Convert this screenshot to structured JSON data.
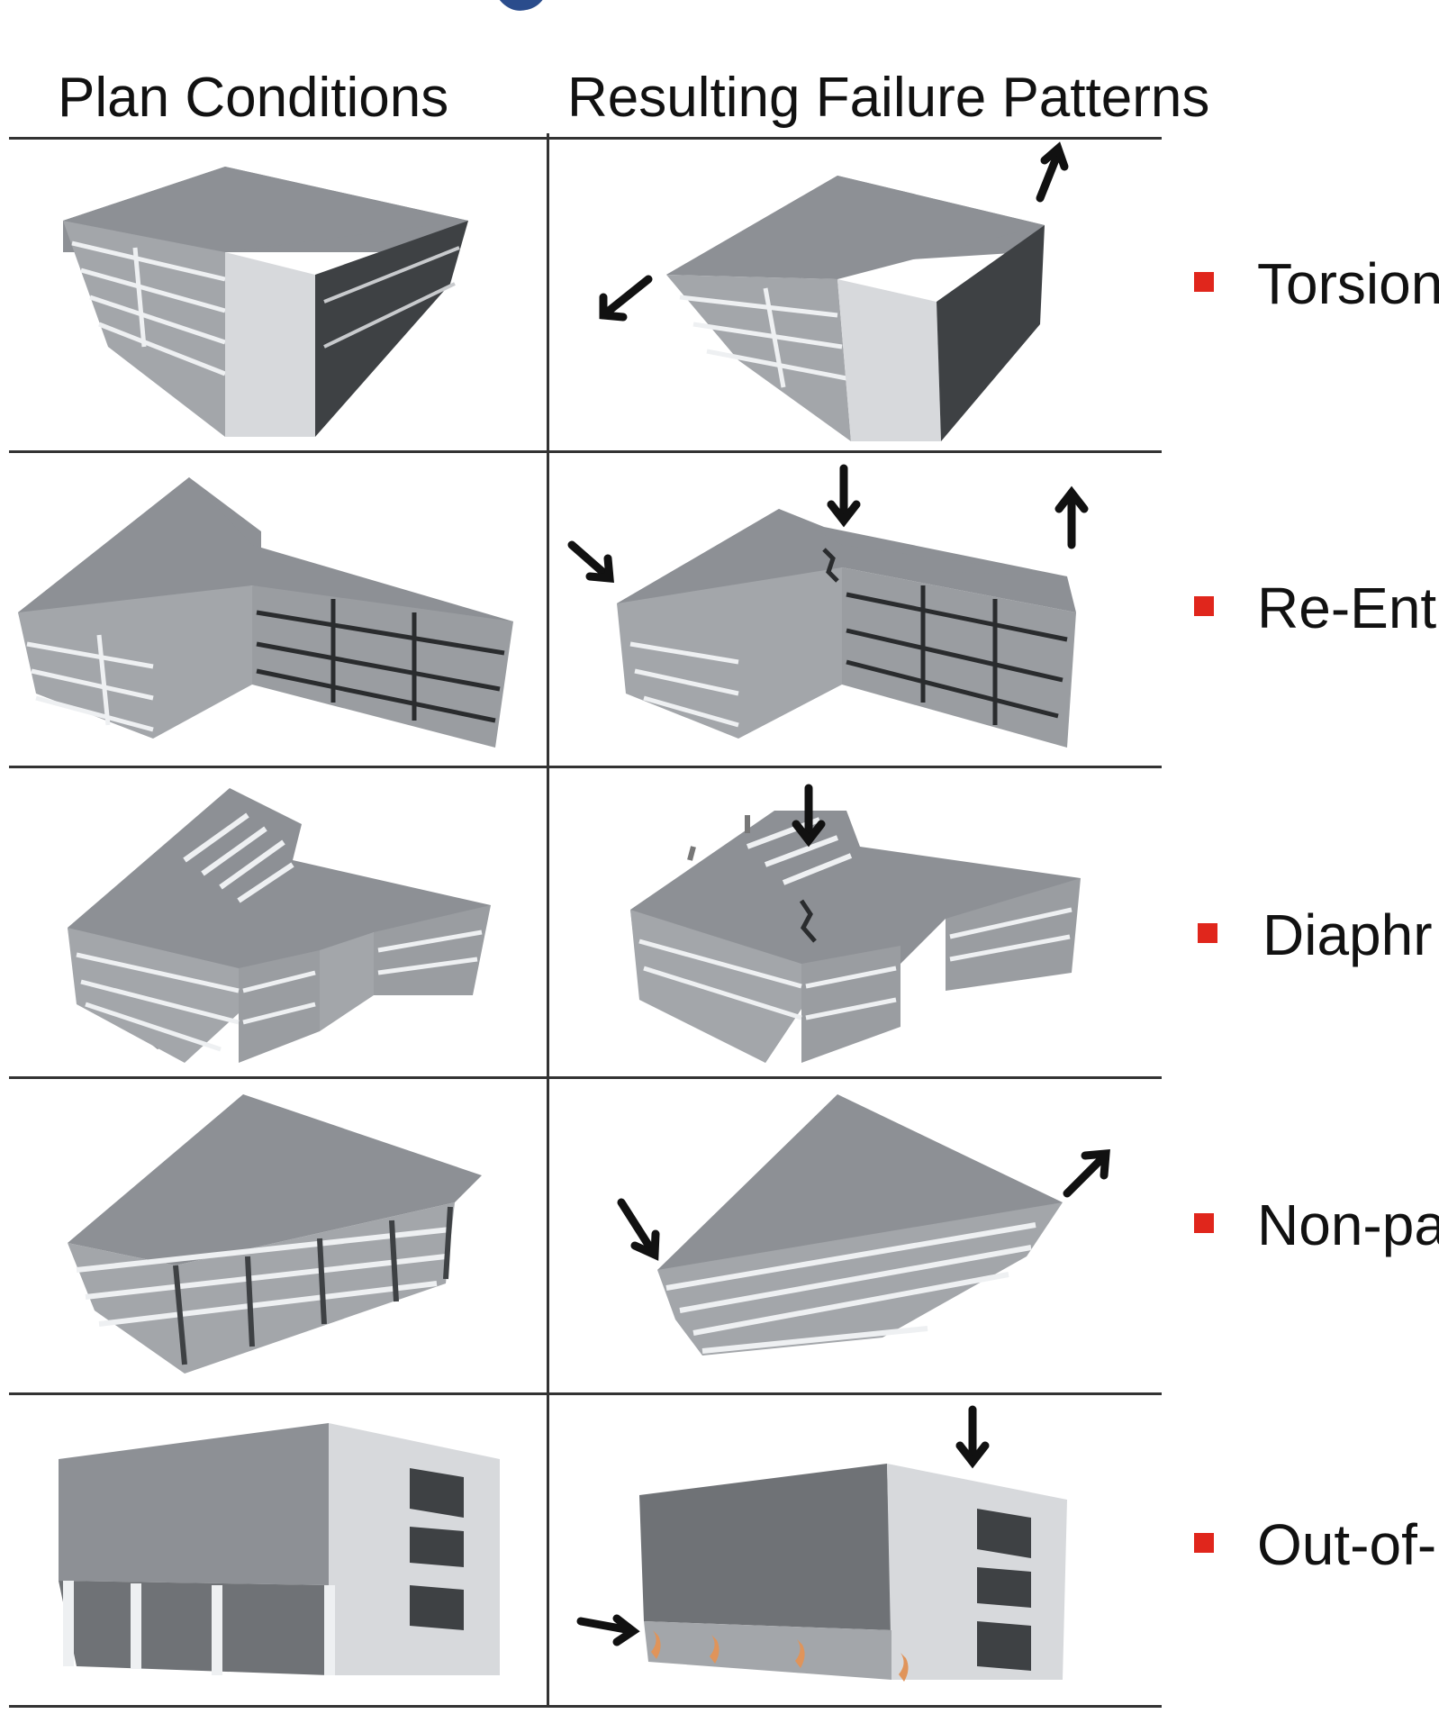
{
  "header": {
    "plan_conditions": "Plan Conditions",
    "resulting_failure_patterns": "Resulting Failure Patterns"
  },
  "rows": [
    {
      "label": "Torsion"
    },
    {
      "label": "Re-Ent"
    },
    {
      "label": "Diaphr"
    },
    {
      "label": "Non-pa"
    },
    {
      "label": "Out-of-"
    }
  ],
  "colors": {
    "roof": "#8d9095",
    "side_light": "#d7d9dc",
    "side_dark": "#3e4144",
    "facade": "#a3a6aa",
    "bullet_red": "#e0261c",
    "title_blue": "#2a4c8c",
    "rule": "#333333",
    "column_orange": "#e0945a"
  },
  "icons": [
    "arrow-icon",
    "bullet-square-icon"
  ]
}
